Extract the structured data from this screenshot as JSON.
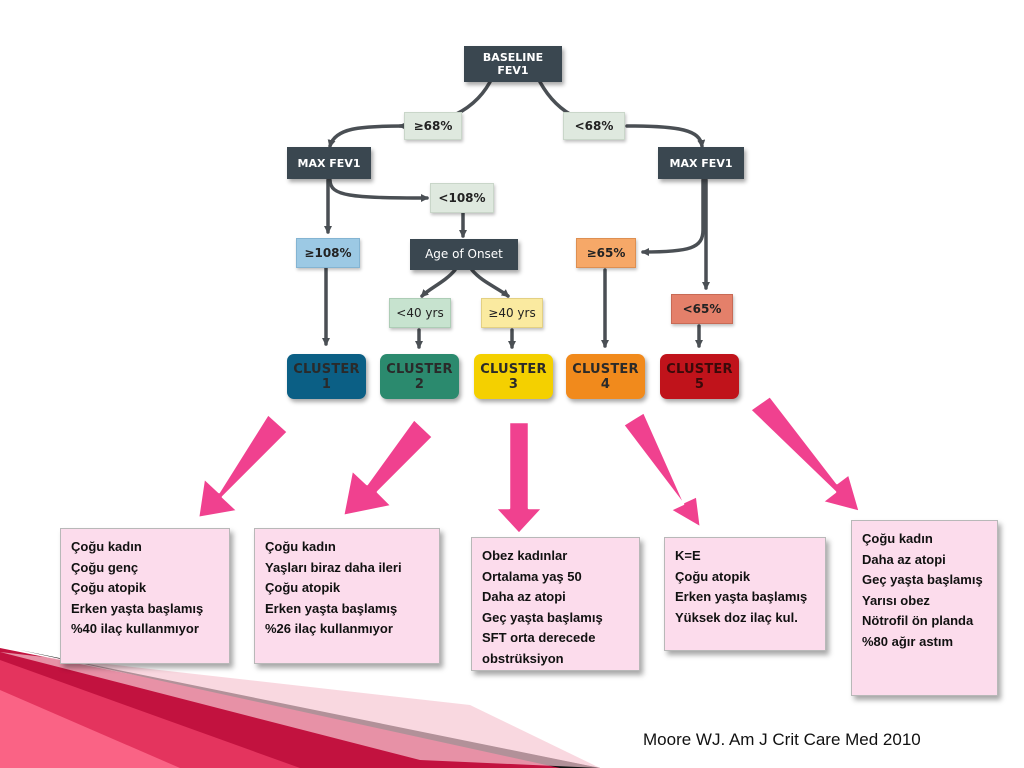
{
  "tree": {
    "root": "BASELINE FEV1",
    "left_branch": "≥68%",
    "right_branch": "<68%",
    "left_max": "MAX FEV1",
    "right_max": "MAX FEV1",
    "max_ge108": "≥108%",
    "max_lt108": "<108%",
    "age_of_onset": "Age of Onset",
    "age_lt40": "<40 yrs",
    "age_ge40": "≥40 yrs",
    "max_ge65": "≥65%",
    "max_lt65": "<65%"
  },
  "clusters": [
    {
      "label": "CLUSTER 1",
      "color": "#0b5f85"
    },
    {
      "label": "CLUSTER 2",
      "color": "#2b8a6e"
    },
    {
      "label": "CLUSTER 3",
      "color": "#f4d000"
    },
    {
      "label": "CLUSTER 4",
      "color": "#f18a1c"
    },
    {
      "label": "CLUSTER 5",
      "color": "#c0131b"
    }
  ],
  "colors": {
    "dark_box": "#3a4750",
    "condition_box": "#dfe9df",
    "ge108_box": "#9cc9e4",
    "age_lt40_box": "#c7e3cf",
    "age_ge40_box": "#faeaa0",
    "ge65_box": "#f6a868",
    "lt65_box": "#e4806a",
    "arrow_pink": "#f0418f",
    "note_fill": "#fcdcec"
  },
  "notes": [
    {
      "lines": [
        "Çoğu kadın",
        "Çoğu genç",
        "Çoğu atopik",
        "Erken yaşta başlamış",
        "%40 ilaç kullanmıyor"
      ]
    },
    {
      "lines": [
        "Çoğu kadın",
        "Yaşları biraz daha ileri",
        "Çoğu atopik",
        "Erken yaşta başlamış",
        "%26 ilaç kullanmıyor"
      ]
    },
    {
      "lines": [
        "Obez kadınlar",
        "Ortalama yaş 50",
        "Daha az atopi",
        "Geç yaşta başlamış",
        "SFT orta derecede obstrüksiyon"
      ]
    },
    {
      "lines": [
        "K=E",
        "Çoğu atopik",
        "Erken yaşta başlamış",
        "Yüksek doz ilaç kul."
      ]
    },
    {
      "lines": [
        "Çoğu kadın",
        "Daha az atopi",
        "Geç yaşta başlamış",
        "Yarısı obez",
        "Nötrofil ön planda",
        "%80 ağır astım"
      ]
    }
  ],
  "citation": "Moore WJ. Am J Crit  Care Med 2010"
}
